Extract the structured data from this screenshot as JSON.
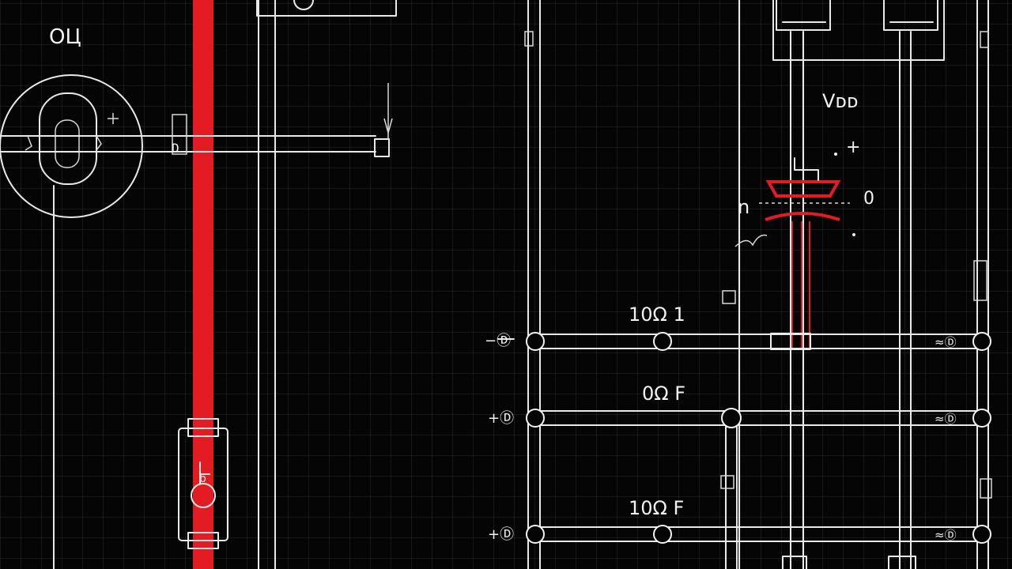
{
  "diagram": {
    "type": "circuit-schematic",
    "colors": {
      "background": "#050505",
      "grid": "#2a2a2a",
      "wire": "#e9e9e9",
      "highlight": "#e31b23"
    },
    "labels": {
      "top_left": "ОЦ",
      "vcc": "Vᴅᴅ",
      "plus_sign": "+",
      "cap_left": "n",
      "cap_right": "0",
      "rail_1_value": "10Ω 1",
      "rail_2_value": "0Ω F",
      "rail_3_value": "10Ω F",
      "rail_1_in": "−Ⓓ",
      "rail_2_in": "+Ⓓ",
      "rail_3_in": "+Ⓓ",
      "rail_1_out": "≈Ⓓ",
      "rail_2_out": "≈Ⓓ",
      "rail_3_out": "≈Ⓓ",
      "side_tag": "D",
      "switch_pin": "b"
    }
  }
}
